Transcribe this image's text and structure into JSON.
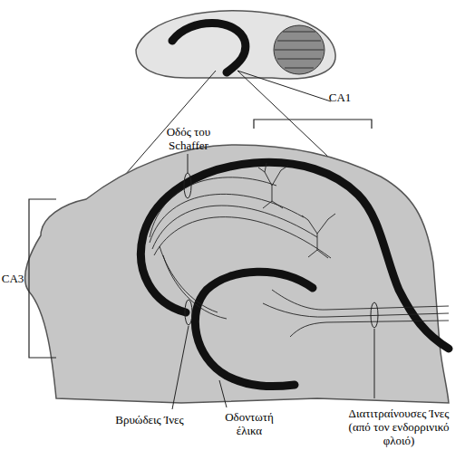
{
  "diagram": {
    "labels": [
      "CA1",
      "Οδός του Schaffer",
      "CA3",
      "Βρυώδεις Ίνες",
      "Οδοντωτή έλικα",
      "Διατιτραίνουσες Ίνες",
      "(από τον ενδορρινικό φλοιό)"
    ]
  }
}
